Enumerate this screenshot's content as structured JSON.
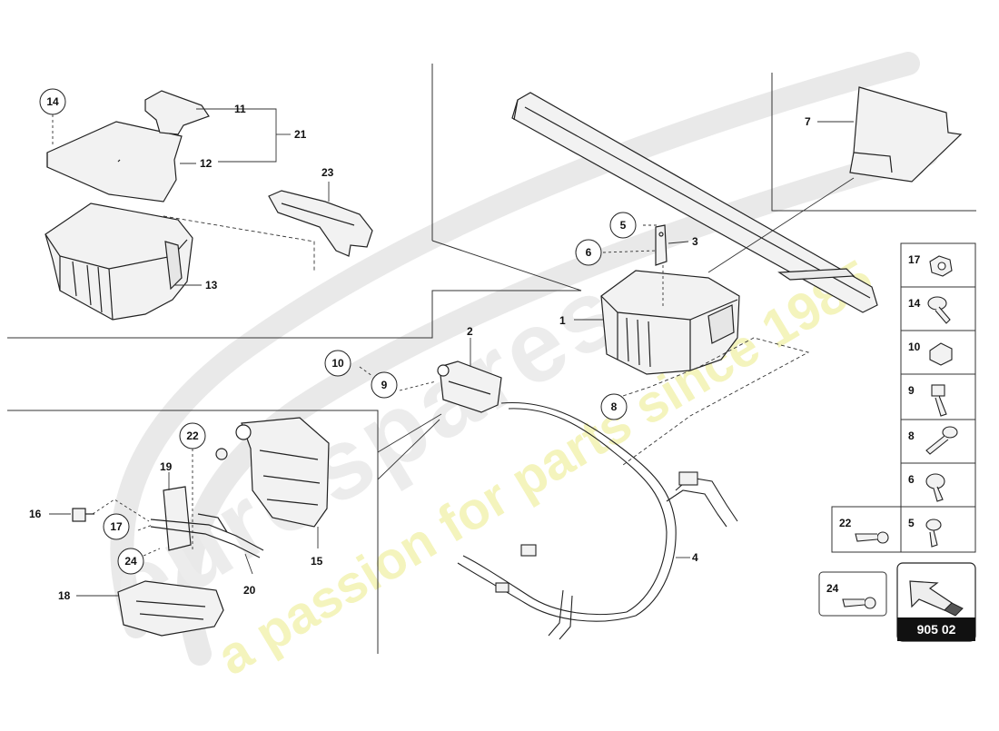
{
  "diagram": {
    "page_code": "905 02",
    "callouts_plain": [
      "1",
      "2",
      "3",
      "4",
      "7",
      "11",
      "12",
      "13",
      "15",
      "16",
      "18",
      "19",
      "20",
      "21",
      "23"
    ],
    "callouts_circled": [
      "5",
      "6",
      "8",
      "9",
      "10",
      "14",
      "17",
      "22",
      "24"
    ],
    "fastener_panel": [
      {
        "id": "17",
        "icon": "nut-icon"
      },
      {
        "id": "14",
        "icon": "flange-bolt-icon"
      },
      {
        "id": "10",
        "icon": "cap-nut-icon"
      },
      {
        "id": "9",
        "icon": "bolt-icon"
      },
      {
        "id": "8",
        "icon": "long-bolt-icon"
      },
      {
        "id": "6",
        "icon": "washer-bolt-icon"
      },
      {
        "id": "5",
        "icon": "bolt-icon"
      },
      {
        "id": "22",
        "icon": "ring-terminal-icon"
      },
      {
        "id": "24",
        "icon": "ring-terminal-icon"
      }
    ],
    "watermark": {
      "brand": "eurospares",
      "tagline": "a passion for parts since 1985"
    },
    "colors": {
      "line": "#222222",
      "part_fill": "#f2f2f2",
      "watermark_text": "#f3f3b8",
      "watermark_logo": "#ececec"
    }
  }
}
